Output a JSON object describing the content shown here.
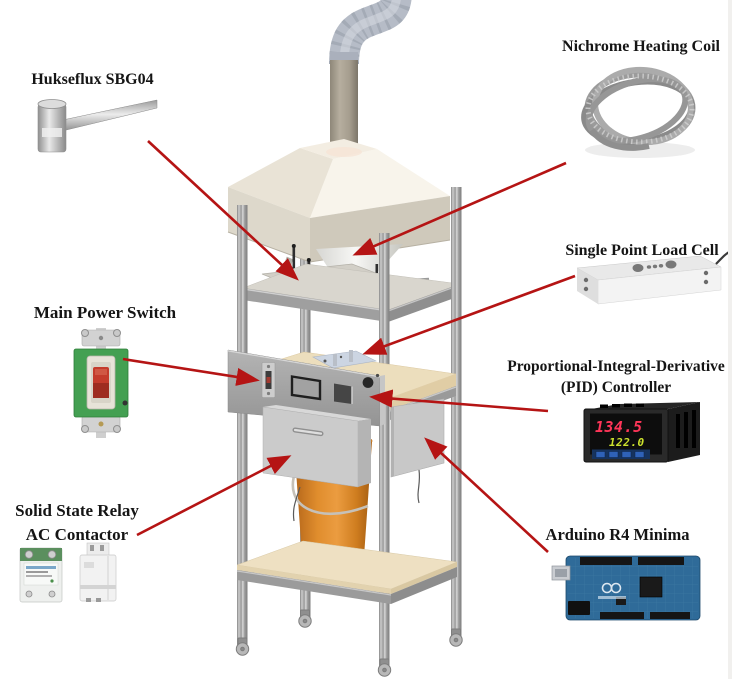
{
  "figure": {
    "type": "labeled-apparatus-diagram",
    "background": "#ffffff"
  },
  "callouts": {
    "hukseflux": {
      "label": "Hukseflux SBG04"
    },
    "nichrome": {
      "label": "Nichrome Heating Coil"
    },
    "load_cell": {
      "label": "Single Point Load Cell"
    },
    "main_power": {
      "label": "Main Power Switch"
    },
    "pid": {
      "label_line1": "Proportional-Integral-Derivative",
      "label_line2": "(PID) Controller",
      "display_top": "134.5",
      "display_bottom": "122.0"
    },
    "ssr": {
      "label_line1": "Solid State Relay",
      "label_line2": "AC Contactor"
    },
    "arduino": {
      "label": "Arduino R4 Minima"
    }
  },
  "colors": {
    "arrow_red": "#b51414",
    "bucket_orange": "#dd8526",
    "hood_cream": "#efe9dd",
    "frame_aluminum": "#a8a8a8",
    "plywood_tan": "#ecdebd",
    "arduino_board_blue": "#2f6b99",
    "pid_display_top_red": "#ff3558",
    "pid_display_bottom_green": "#cde22e",
    "switch_body_green": "#44a052",
    "switch_toggle_red": "#c43b2c"
  }
}
